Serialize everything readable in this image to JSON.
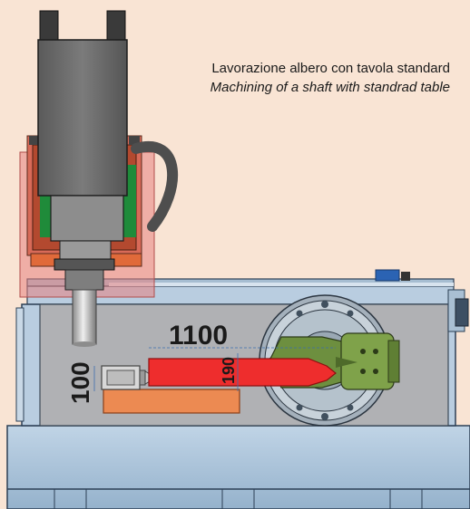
{
  "caption": {
    "line_it": "Lavorazione albero con tavola standard",
    "line_en": "Machining of  a shaft with standrad table"
  },
  "dimensions": {
    "length": "1100",
    "diameter": "190",
    "height": "100"
  }
}
